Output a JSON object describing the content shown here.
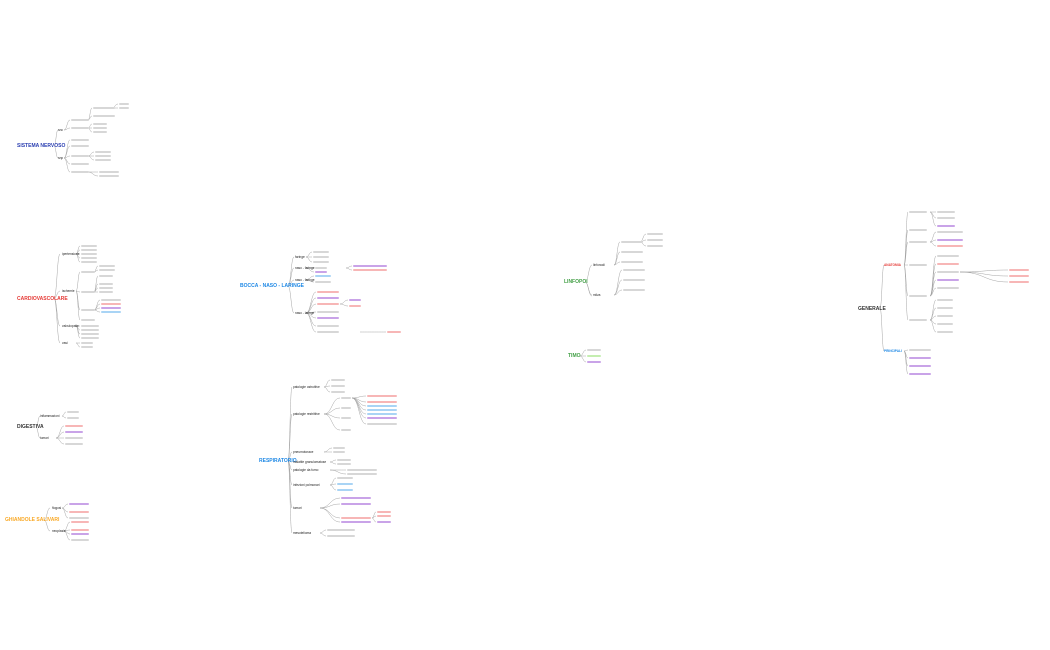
{
  "colors": {
    "wire": "#9a9a9a",
    "purple": "#c9a3e8",
    "pink": "#f7b6b6",
    "blue": "#a9d4f5",
    "yellow": "#fbe79a",
    "green": "#c4eeb0"
  },
  "maps": [
    {
      "id": "sistema-nervoso",
      "title": "SISTEMA NERVOSO",
      "color": "#2a3eb1",
      "children": [
        "snc",
        "snp"
      ]
    },
    {
      "id": "cardiovascolare",
      "title": "CARDIOVASCOLARE",
      "color": "#e53935",
      "children": [
        "ipertensione",
        "ischemie",
        "valvulopatie",
        "vasi"
      ]
    },
    {
      "id": "bocca-naso-laringe",
      "title": "BOCCA - NASO - LARINGE",
      "color": "#1e88e5",
      "children": [
        "faringe",
        "naso - faringe",
        "naso - faringe",
        "naso - laringe"
      ]
    },
    {
      "id": "linfopoi",
      "title": "LINFOPOI",
      "color": "#43a047",
      "children": [
        "linfonodi",
        "milza"
      ]
    },
    {
      "id": "timo",
      "title": "TIMO",
      "color": "#43a047",
      "children": []
    },
    {
      "id": "generale",
      "title": "GENERALE",
      "color": "#333333",
      "children": [
        "ANATOMIA",
        "PRINCIPALI"
      ]
    },
    {
      "id": "digestiva",
      "title": "DIGESTIVA",
      "color": "#333333",
      "children": [
        "infiammazioni",
        "tumori"
      ]
    },
    {
      "id": "ghiandole-salivari",
      "title": "GHIANDOLE SALIVARI",
      "color": "#f9a825",
      "children": [
        "flogosi",
        "neoplasie"
      ]
    },
    {
      "id": "respiratorio",
      "title": "RESPIRATORIO",
      "color": "#1e88e5",
      "children": [
        "patologie ostruttive",
        "patologie restrittive",
        "pneumotorace",
        "malattie granulomatose",
        "patologie da fumo",
        "infezioni polmonari",
        "tumori",
        "mesotelioma"
      ]
    }
  ]
}
